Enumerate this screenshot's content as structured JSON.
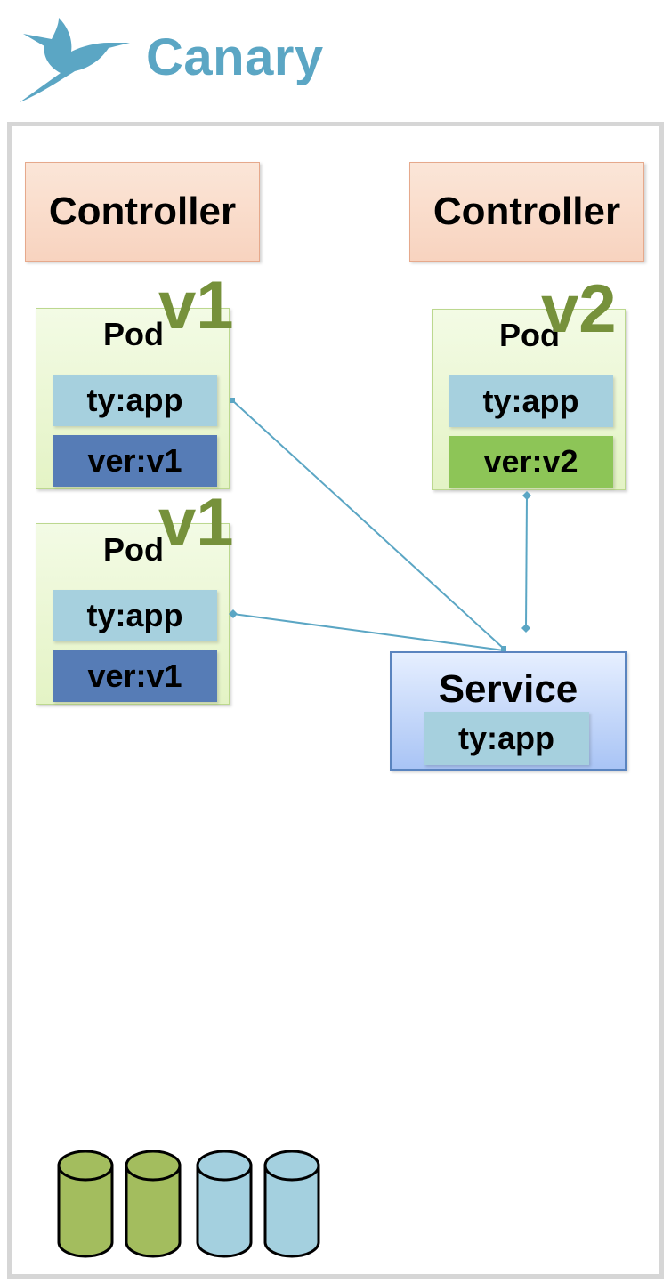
{
  "header": {
    "title": "Canary",
    "logo_icon": "hummingbird-icon",
    "logo_color": "#5ba6c4"
  },
  "diagram": {
    "controllers": [
      {
        "label": "Controller"
      },
      {
        "label": "Controller"
      }
    ],
    "pods": [
      {
        "label": "Pod",
        "version_tag": "v1",
        "labels": [
          "ty:app",
          "ver:v1"
        ],
        "version_color": "#567cb6"
      },
      {
        "label": "Pod",
        "version_tag": "v1",
        "labels": [
          "ty:app",
          "ver:v1"
        ],
        "version_color": "#567cb6"
      },
      {
        "label": "Pod",
        "version_tag": "v2",
        "labels": [
          "ty:app",
          "ver:v2"
        ],
        "version_color": "#8dc557"
      }
    ],
    "service": {
      "title": "Service",
      "selector": "ty:app"
    },
    "connections": [
      {
        "from": "pod-1",
        "to": "service"
      },
      {
        "from": "pod-2",
        "to": "service"
      },
      {
        "from": "pod-3",
        "to": "service"
      }
    ],
    "storage": [
      {
        "icon": "database-cylinder-icon",
        "color": "#a3bd5e"
      },
      {
        "icon": "database-cylinder-icon",
        "color": "#a3bd5e"
      },
      {
        "icon": "database-cylinder-icon",
        "color": "#a4d0df"
      },
      {
        "icon": "database-cylinder-icon",
        "color": "#a4d0df"
      }
    ]
  }
}
